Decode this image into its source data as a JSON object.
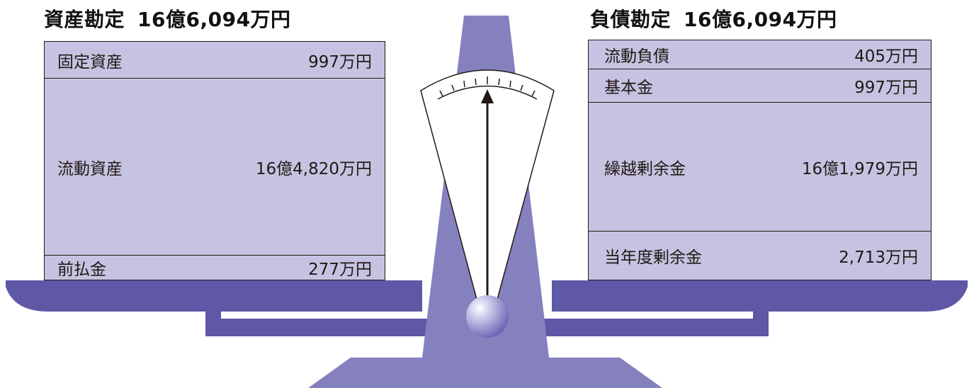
{
  "colors": {
    "pan": "#5e58a6",
    "column": "#8581bf",
    "ledger_fill": "#c5c3e1",
    "line": "#231815"
  },
  "icons": [
    "scale-pivot-icon",
    "needle-arrow-icon"
  ],
  "assets": {
    "title": "資産勘定",
    "total": "16億6,094万円",
    "rows": [
      {
        "label": "固定資産",
        "value": "997万円"
      },
      {
        "label": "流動資産",
        "value": "16億4,820万円"
      },
      {
        "label": "前払金",
        "value": "277万円"
      }
    ]
  },
  "liabilities": {
    "title": "負債勘定",
    "total": "16億6,094万円",
    "rows": [
      {
        "label": "流動負債",
        "value": "405万円"
      },
      {
        "label": "基本金",
        "value": "997万円"
      },
      {
        "label": "繰越剰余金",
        "value": "16億1,979万円"
      },
      {
        "label": "当年度剰余金",
        "value": "2,713万円"
      }
    ]
  }
}
